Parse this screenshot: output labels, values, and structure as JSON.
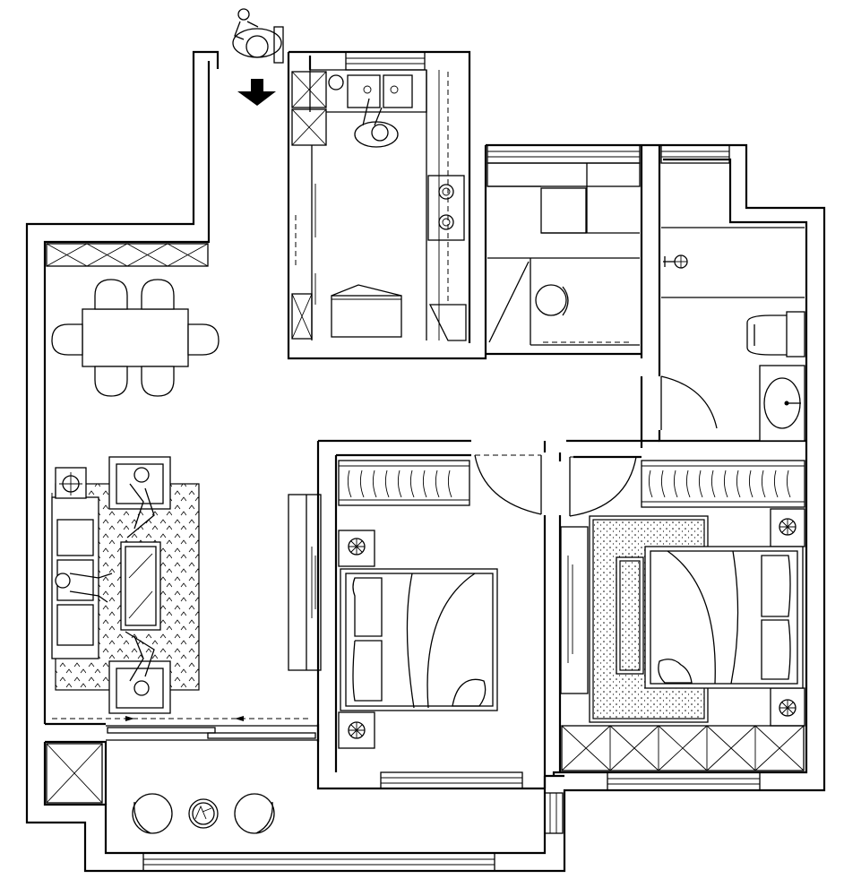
{
  "plan": {
    "rooms": [
      "entrance",
      "kitchen",
      "dining-area",
      "living-room",
      "balcony",
      "utility-room",
      "bathroom",
      "bedroom-secondary",
      "bedroom-master"
    ],
    "icons": [
      "person-icon",
      "entry-arrow-icon",
      "sink-icon",
      "stove-icon",
      "toilet-icon",
      "washbasin-icon",
      "shower-icon",
      "plant-icon",
      "bed-icon",
      "sofa-icon",
      "wardrobe-icon",
      "door-swing-icon",
      "table-icon",
      "chair-icon",
      "washing-machine-icon"
    ],
    "colors": {
      "line": "#000000",
      "background": "#ffffff"
    }
  }
}
